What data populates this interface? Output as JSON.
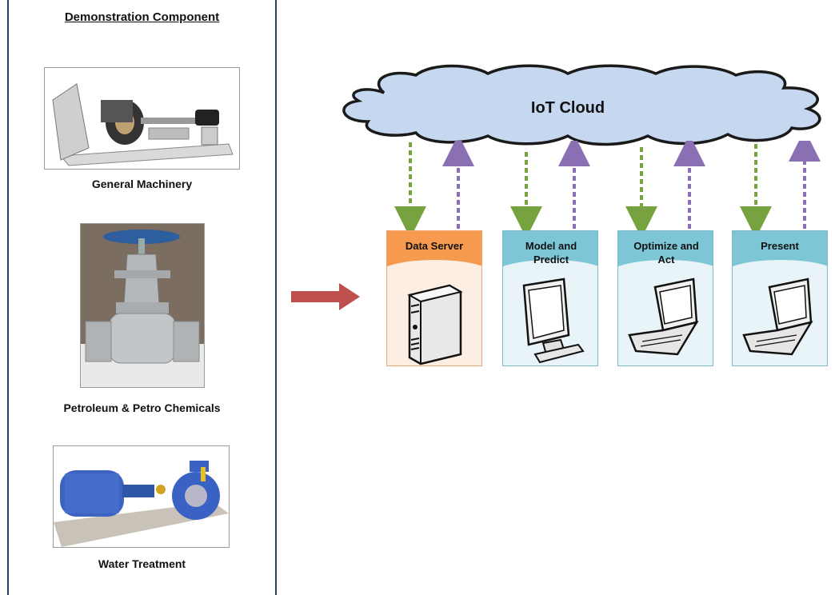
{
  "panel": {
    "title": "Demonstration Component",
    "items": [
      {
        "caption": "General Machinery"
      },
      {
        "caption": "Petroleum & Petro Chemicals"
      },
      {
        "caption": "Water Treatment"
      }
    ]
  },
  "cloud": {
    "label": "IoT Cloud"
  },
  "nodes": [
    {
      "label": "Data Server",
      "icon": "server-icon",
      "color": "#f59a4e"
    },
    {
      "label": "Model and Predict",
      "icon": "monitor-icon",
      "color": "#7dc6d6"
    },
    {
      "label": "Optimize and Act",
      "icon": "laptop-icon",
      "color": "#7dc6d6"
    },
    {
      "label": "Present",
      "icon": "laptop-icon",
      "color": "#7dc6d6"
    }
  ],
  "colors": {
    "panel_border": "#23426a",
    "cloud_fill": "#c5d8ef",
    "arrow_down": "#76a340",
    "arrow_up": "#8a6fb3",
    "flow_arrow": "#c0504d"
  }
}
